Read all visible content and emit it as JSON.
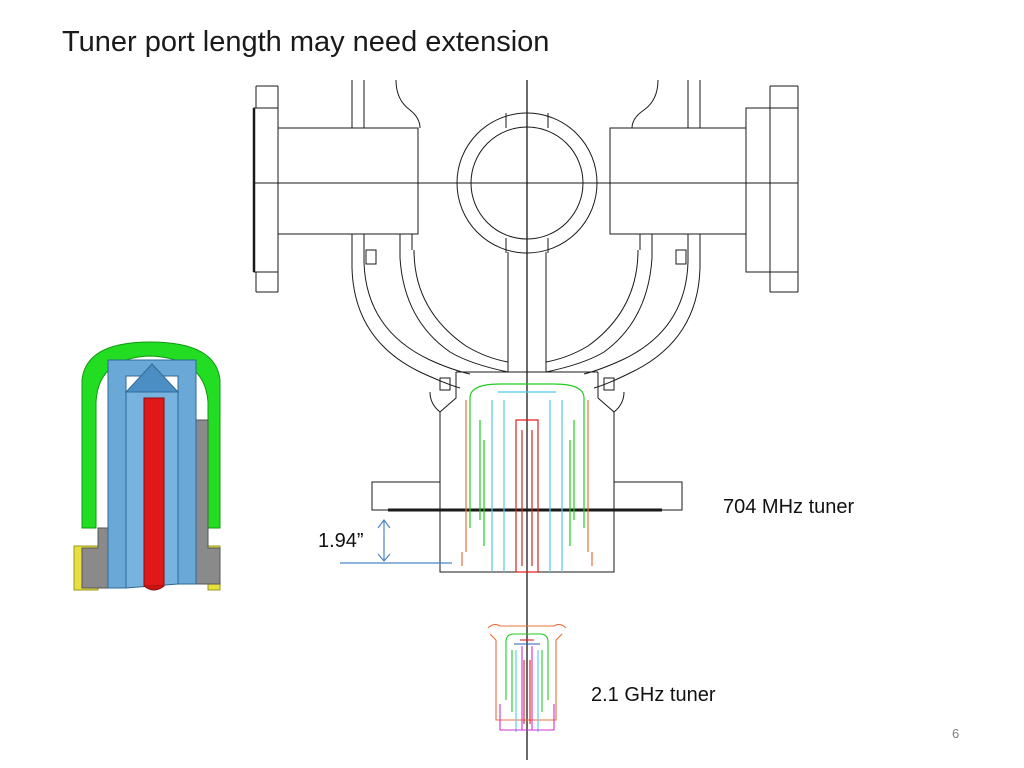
{
  "slide": {
    "title": "Tuner port length may need extension",
    "page_number": "6"
  },
  "labels": {
    "tuner_704": "704 MHz tuner",
    "tuner_2_1": "2.1 GHz tuner",
    "dimension": "1.94”"
  },
  "colors": {
    "line": "#1a1a1a",
    "tuner_green": "#22cc22",
    "tuner_cyan": "#55c8e8",
    "tuner_red": "#e02020",
    "tuner_orange": "#e8703a",
    "tuner_magenta": "#d030d0",
    "dimension_blue": "#4a86c8",
    "model_green": "#22dd22",
    "model_blue": "#6aa8d8",
    "model_red": "#e01818",
    "model_gray": "#8a8a8a",
    "model_yellow": "#e8e040"
  }
}
